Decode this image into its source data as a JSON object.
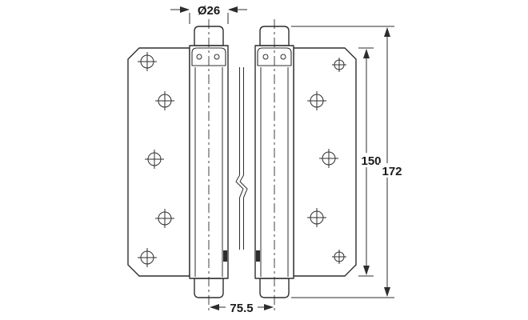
{
  "drawing": {
    "labels": {
      "diameter": "Ø26",
      "leaf_height": "150",
      "total_height": "172",
      "center_distance": "75.5"
    },
    "colors": {
      "line": "#2d2d2d",
      "background": "#ffffff"
    }
  }
}
